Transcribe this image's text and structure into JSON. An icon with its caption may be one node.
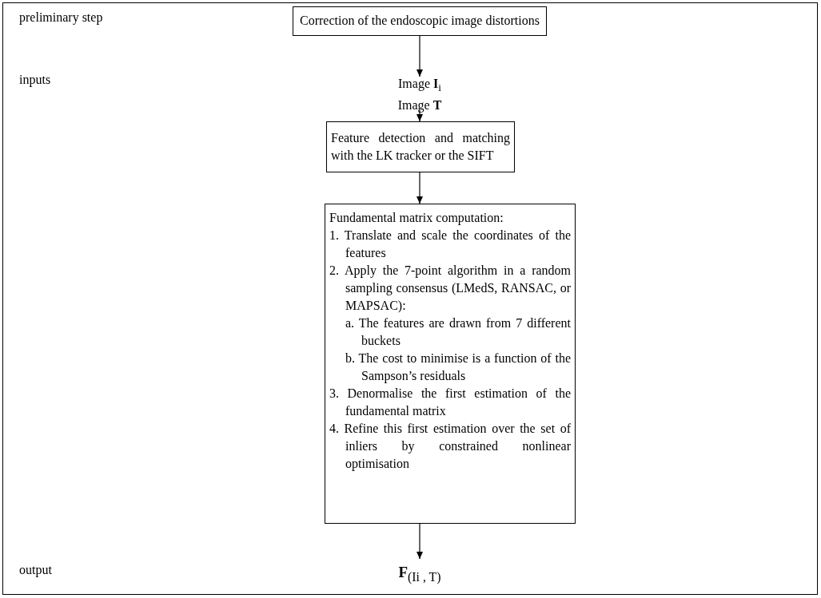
{
  "diagram": {
    "nodes": [
      {
        "text": [
          "Correction of the endoscopic image distortions"
        ]
      },
      {
        "text": [
          "Image **I**$_{i}$",
          "Image **T**"
        ]
      },
      {
        "text": [
          "Feature detection and matching with the LK tracker or the SIFT"
        ]
      },
      {
        "text": [
          "Fundamental matrix computation:",
          "1. Translate and scale the coordinates of the features",
          "2. Apply the 7-point algorithm in a random sampling consensus (LMedS, RANSAC, or MAPSAC):",
          "a. The features are drawn from 7 different buckets",
          "b. The cost to minimise is a function of the Sampson’s residuals",
          "3. Denormalise the first estimation of the fundamental matrix",
          "4. Refine this first estimation over the set of inliers by constrained nonlinear optimisation"
        ]
      },
      {
        "text": [
          "**F**$_{(Ii , T)}$"
        ]
      }
    ],
    "edges": [
      {
        "from": 0,
        "to": 1,
        "arrow": "to"
      },
      {
        "from": 1,
        "to": 2,
        "arrow": "to"
      },
      {
        "from": 2,
        "to": 3,
        "arrow": "to"
      },
      {
        "from": 3,
        "to": 4,
        "arrow": "to"
      }
    ],
    "labels": [
      "preliminary step",
      "inputs",
      "output"
    ]
  }
}
